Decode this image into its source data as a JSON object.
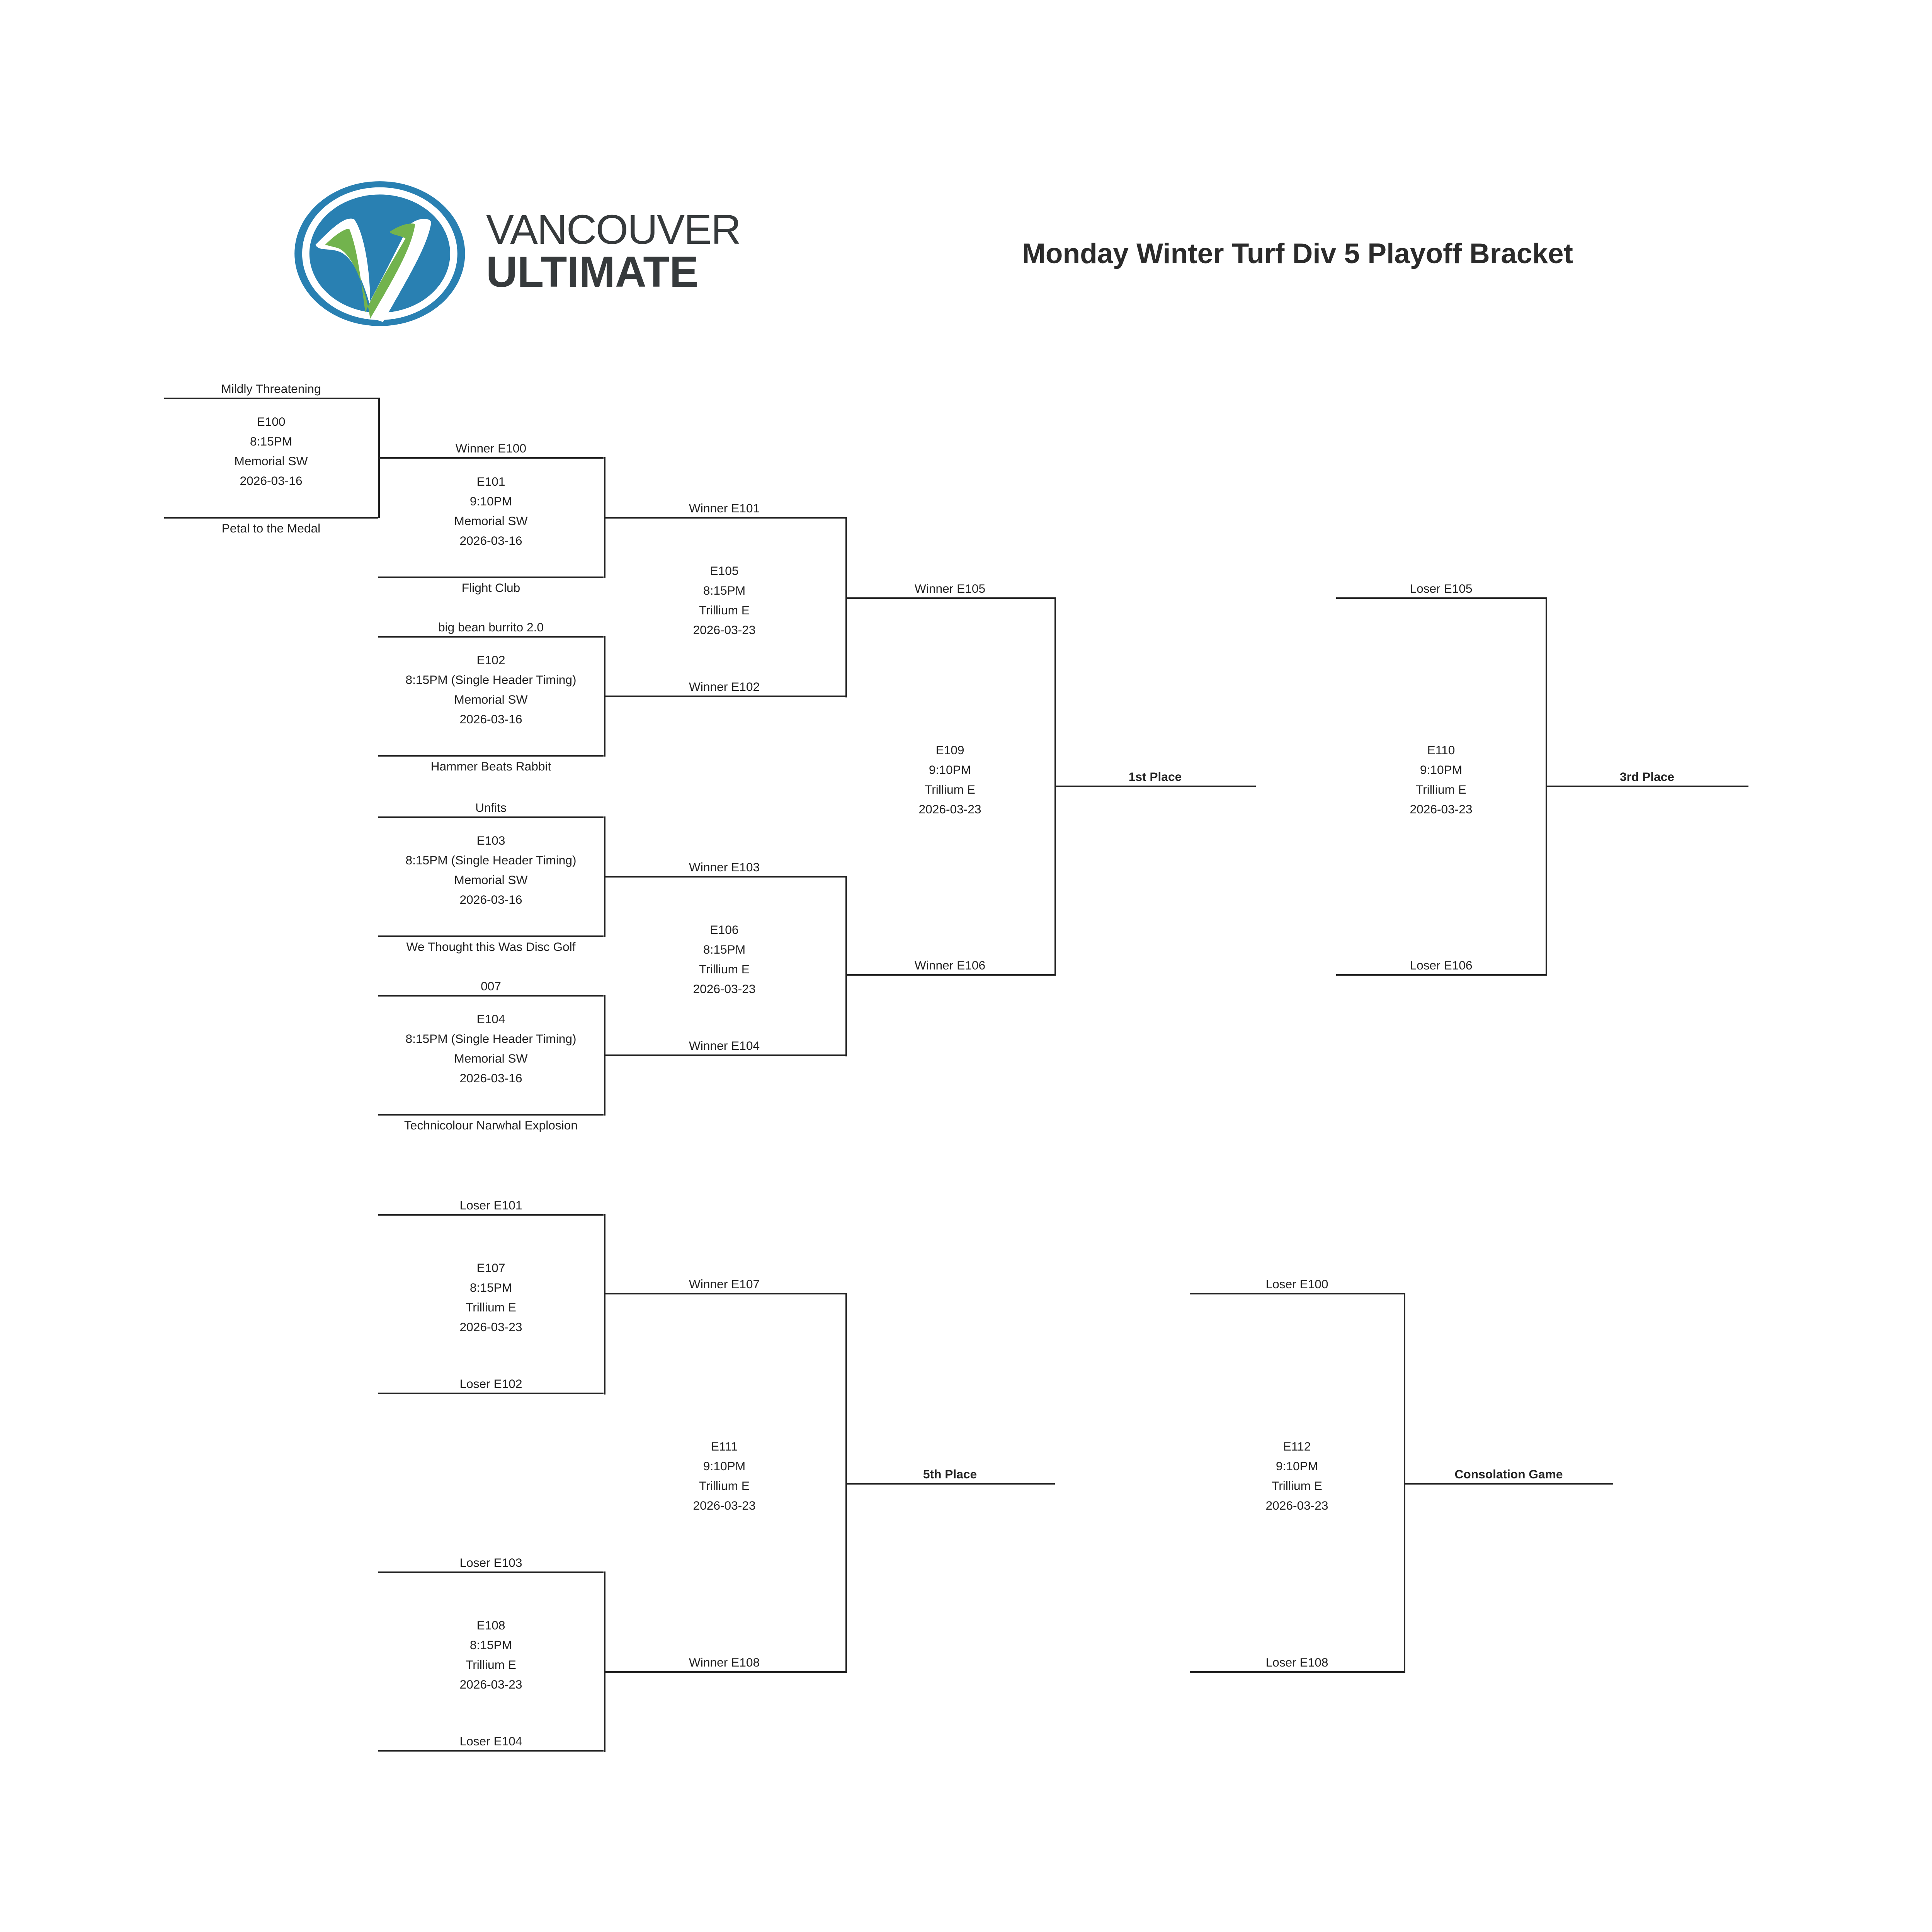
{
  "logo": {
    "line1": "VANCOUVER",
    "line2": "ULTIMATE",
    "colors": {
      "blue": "#2980b2",
      "green": "#72b34d",
      "text": "#363a3c"
    }
  },
  "title": "Monday Winter Turf Div 5 Playoff Bracket",
  "matches": [
    {
      "id": "E100",
      "time": "8:15PM",
      "field": "Memorial SW",
      "date": "2026-03-16",
      "top": "Mildly Threatening",
      "bottom": "Petal to the Medal"
    },
    {
      "id": "E101",
      "time": "9:10PM",
      "field": "Memorial SW",
      "date": "2026-03-16",
      "top": "Winner E100",
      "bottom": "Flight Club"
    },
    {
      "id": "E102",
      "time": "8:15PM (Single Header Timing)",
      "field": "Memorial SW",
      "date": "2026-03-16",
      "top": "big bean burrito 2.0",
      "bottom": "Hammer Beats Rabbit"
    },
    {
      "id": "E103",
      "time": "8:15PM (Single Header Timing)",
      "field": "Memorial SW",
      "date": "2026-03-16",
      "top": "Unfits",
      "bottom": "We Thought this Was Disc Golf"
    },
    {
      "id": "E104",
      "time": "8:15PM (Single Header Timing)",
      "field": "Memorial SW",
      "date": "2026-03-16",
      "top": "007",
      "bottom": "Technicolour Narwhal Explosion"
    },
    {
      "id": "E105",
      "time": "8:15PM",
      "field": "Trillium E",
      "date": "2026-03-23",
      "top": "Winner E101",
      "bottom": "Winner E102"
    },
    {
      "id": "E106",
      "time": "8:15PM",
      "field": "Trillium E",
      "date": "2026-03-23",
      "top": "Winner E103",
      "bottom": "Winner E104"
    },
    {
      "id": "E109",
      "time": "9:10PM",
      "field": "Trillium E",
      "date": "2026-03-23",
      "top": "Winner E105",
      "bottom": "Winner E106",
      "result": "1st Place"
    },
    {
      "id": "E110",
      "time": "9:10PM",
      "field": "Trillium E",
      "date": "2026-03-23",
      "top": "Loser E105",
      "bottom": "Loser E106",
      "result": "3rd Place"
    },
    {
      "id": "E107",
      "time": "8:15PM",
      "field": "Trillium E",
      "date": "2026-03-23",
      "top": "Loser E101",
      "bottom": "Loser E102"
    },
    {
      "id": "E108",
      "time": "8:15PM",
      "field": "Trillium E",
      "date": "2026-03-23",
      "top": "Loser E103",
      "bottom": "Loser E104"
    },
    {
      "id": "E111",
      "time": "9:10PM",
      "field": "Trillium E",
      "date": "2026-03-23",
      "top": "Winner E107",
      "bottom": "Winner E108",
      "result": "5th Place"
    },
    {
      "id": "E112",
      "time": "9:10PM",
      "field": "Trillium E",
      "date": "2026-03-23",
      "top": "Loser E100",
      "bottom": "Loser E108",
      "result": "Consolation Game"
    }
  ]
}
